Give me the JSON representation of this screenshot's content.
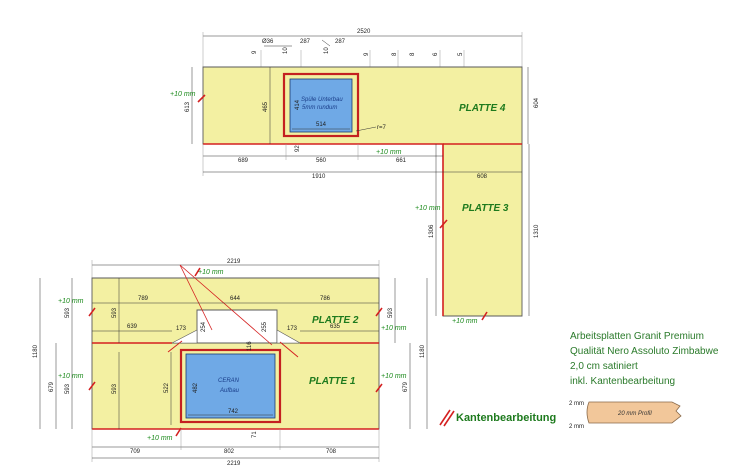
{
  "top": {
    "total_width": "2520",
    "hole_offset": "Ø36",
    "dim_287a": "287",
    "dim_287b": "287",
    "dim_10a": "10",
    "dim_10b": "10",
    "dim_9": "9",
    "small_dims": [
      "9",
      "8",
      "8",
      "6",
      "5"
    ],
    "right_height": "604",
    "left_height": "613",
    "sink_height": "465",
    "sink_inner_h": "414",
    "sink_inner_w": "514",
    "r7": "r=7",
    "below_sink": "92",
    "seg_689": "689",
    "seg_560": "560",
    "seg_661": "661",
    "overall_1910": "1910",
    "p3_width": "608",
    "p3_h_inner": "1306",
    "p3_h_outer": "1310",
    "plus_left": "+10 mm",
    "plus_mid": "+10 mm",
    "plus_p3": "+10 mm",
    "plus_p3_bottom": "+10 mm"
  },
  "sink_label": [
    "Spüle Unterbau",
    "5mm rundum"
  ],
  "platte_labels": {
    "p1": "PLATTE 1",
    "p2": "PLATTE 2",
    "p3": "PLATTE 3",
    "p4": "PLATTE 4"
  },
  "bottom": {
    "width_top": "2219",
    "width_bottom": "2219",
    "plus_top": "+10 mm",
    "plus_left_a": "+10 mm",
    "plus_left_b": "+10 mm",
    "plus_right_a": "+10 mm",
    "plus_right_b": "+10 mm",
    "plus_bottom": "+10 mm",
    "seg_789": "789",
    "seg_644": "644",
    "seg_786": "786",
    "seg_639": "639",
    "seg_635": "635",
    "left_1180": "1180",
    "right_1180": "1180",
    "h_593a": "593",
    "h_593b": "593",
    "h_593c": "593",
    "h_593d": "593",
    "h_593e": "593",
    "h_679a": "679",
    "h_679b": "679",
    "h_254": "254",
    "h_255": "255",
    "d_173a": "173",
    "d_173b": "173",
    "h_522": "522",
    "h_482": "482",
    "h_116": "116",
    "w_742": "742",
    "seg_709": "709",
    "seg_802": "802",
    "seg_708": "708",
    "h_71": "71"
  },
  "ceran": [
    "CERAN",
    "Aufbau"
  ],
  "info_lines": [
    "Arbeitsplatten Granit Premium",
    "Qualität Nero Assoluto Zimbabwe",
    "2,0 cm satiniert",
    "inkl. Kantenbearbeitung"
  ],
  "legend": {
    "label": "Kantenbearbeitung",
    "profile": "20 mm Profil",
    "mm_top": "2 mm",
    "mm_bottom": "2 mm"
  },
  "colors": {
    "slab": "#f3f0a2",
    "edge": "#d42020",
    "sink": "#6fa9e6",
    "label": "#1d7a1d"
  }
}
